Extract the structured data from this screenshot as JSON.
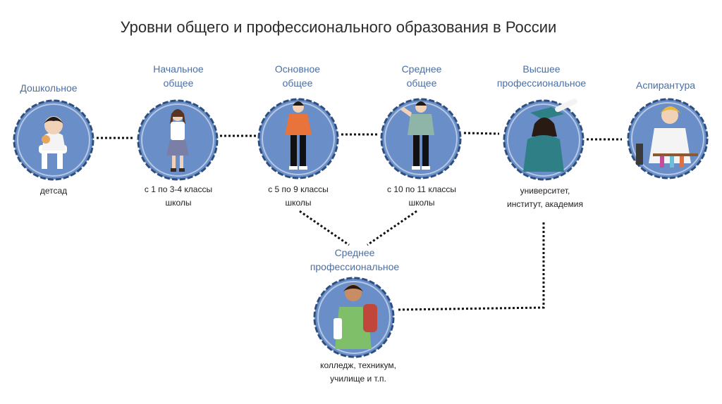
{
  "title": "Уровни общего и профессионального образования в России",
  "stages": {
    "preschool": {
      "label": "Дошкольное",
      "desc": "детсад"
    },
    "primary": {
      "label1": "Начальное",
      "label2": "общее",
      "desc1": "с 1 по 3-4 классы",
      "desc2": "школы"
    },
    "basic": {
      "label1": "Основное",
      "label2": "общее",
      "desc1": "с 5 по 9 классы",
      "desc2": "школы"
    },
    "secondary": {
      "label1": "Среднее",
      "label2": "общее",
      "desc1": "с 10 по 11 классы",
      "desc2": "школы"
    },
    "higher": {
      "label1": "Высшее",
      "label2": "профессиональное",
      "desc1": "университет,",
      "desc2": "институт, академия"
    },
    "postgrad": {
      "label": "Аспирантура"
    },
    "vocational": {
      "label1": "Среднее",
      "label2": "профессиональное",
      "desc1": "колледж, техникум,",
      "desc2": "училище и т.п."
    }
  },
  "colors": {
    "circle": "#6a8fc8",
    "ring": "#2f4f7f",
    "label": "#4a6fa5",
    "connector": "#111111"
  },
  "icons": [
    "child-sitting-icon",
    "schoolgirl-icon",
    "student-boy-icon",
    "teen-boy-icon",
    "graduate-icon",
    "scientist-icon",
    "student-backpack-icon"
  ]
}
